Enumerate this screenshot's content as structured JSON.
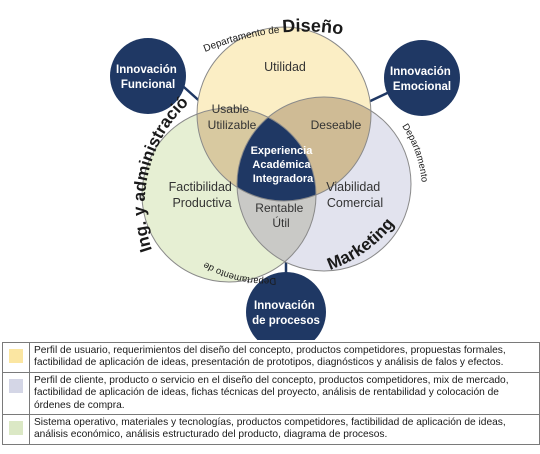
{
  "colors": {
    "utilidad": "#fbeec5",
    "factibilidad": "#e6efd3",
    "viabilidad": "#e2e3ee",
    "usable_overlap": "#d8c9a0",
    "deseable_overlap": "#cfbb95",
    "rentable_overlap": "#c9c9c6",
    "center": "#1f3864",
    "node": "#1f3864",
    "legend_yellow": "#fbe6a2",
    "legend_blue": "#d4d6e6",
    "legend_green": "#dbe8c5"
  },
  "circles": {
    "utilidad": "Utilidad",
    "factibilidad": [
      "Factibilidad",
      "Productiva"
    ],
    "viabilidad": [
      "Viabilidad",
      "Comercial"
    ]
  },
  "overlaps": {
    "usable": [
      "Usable",
      "Utilizable"
    ],
    "deseable": "Deseable",
    "rentable": [
      "Rentable",
      "Útil"
    ]
  },
  "center": [
    "Experiencia",
    "Académica",
    "Integradora"
  ],
  "nodes": {
    "funcional": [
      "Innovación",
      "Funcional"
    ],
    "emocional": [
      "Innovación",
      "Emocional"
    ],
    "procesos": [
      "Innovación",
      "de procesos"
    ]
  },
  "departments": {
    "diseno_prefix": "Departamento de",
    "diseno_name": "Diseño",
    "marketing_prefix": "Departamento de",
    "marketing_name": "Marketing",
    "ingenieria_prefix": "Departamento de",
    "ingenieria_name": "Ing. y administración"
  },
  "legend": [
    {
      "color": "legend_yellow",
      "text": "Perfil de usuario, requerimientos del diseño del concepto, productos competidores, propuestas formales, factibilidad de aplicación de ideas, presentación de prototipos, diagnósticos y análisis de falos y efectos."
    },
    {
      "color": "legend_blue",
      "text": "Perfil de cliente, producto o servicio en el diseño del concepto, productos competidores, mix de mercado, factibilidad de aplicación de ideas, fichas técnicas del proyecto, análisis de rentabilidad y colocación de órdenes de compra."
    },
    {
      "color": "legend_green",
      "text": "Sistema operativo, materiales y tecnologías, productos competidores, factibilidad de aplicación de ideas, análisis económico, análisis estructurado del producto, diagrama de procesos."
    }
  ]
}
